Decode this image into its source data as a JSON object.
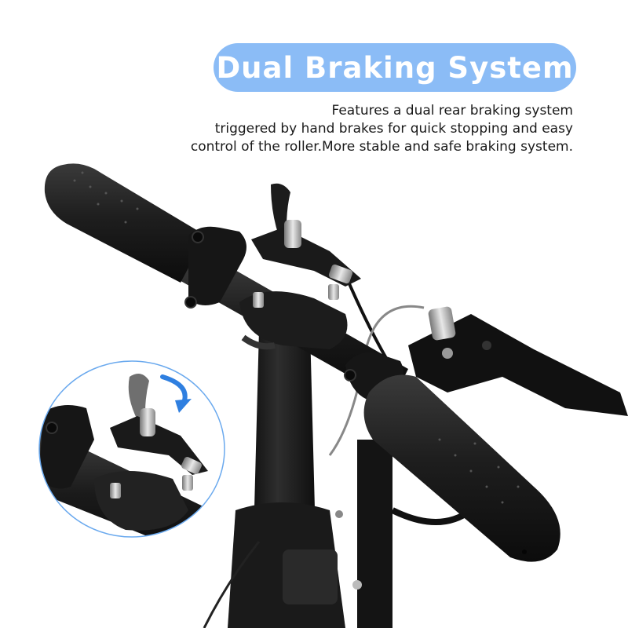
{
  "header": {
    "title": "Dual Braking System",
    "title_bg_color": "#8bbcf6",
    "title_text_color": "#ffffff"
  },
  "description": {
    "lines": [
      "Features a dual rear braking system",
      "triggered by hand brakes for quick stopping and easy",
      "control of the roller.More stable and safe braking system."
    ]
  },
  "image": {
    "subject": "knee-scooter-handlebar-with-dual-hand-brakes",
    "inset": {
      "subject": "close-up-of-brake-lever",
      "border_color": "#6aa9ee",
      "arrow_color": "#2f7fe0",
      "arrow_icon": "curved-arrow-down-icon"
    }
  }
}
